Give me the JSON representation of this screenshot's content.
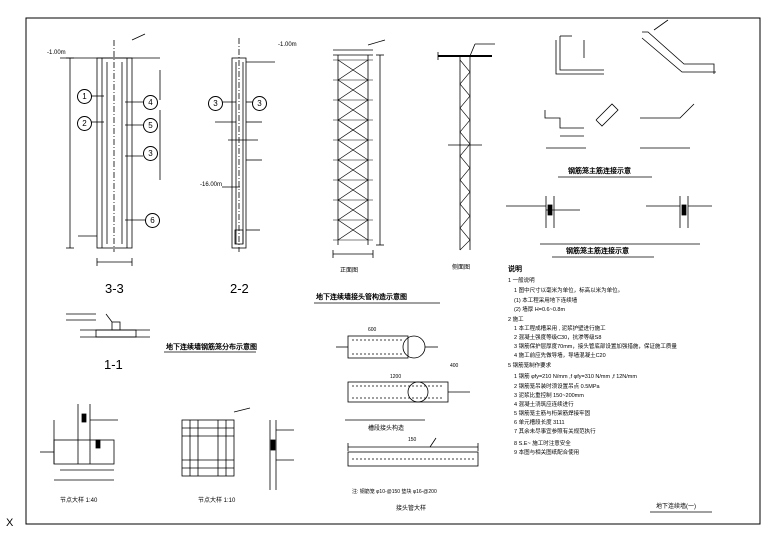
{
  "elevation_labels": {
    "top": "-1.00m",
    "top_right": "-1.00m",
    "bottom_mid": "-16.00m"
  },
  "section_titles": {
    "s1": "3-3",
    "s2": "2-2",
    "s3": "1-1",
    "cage_elev": "正面图",
    "cage_side": "侧面图",
    "detail_top_right": "钢筋笼主筋连接示意",
    "diagram_title": "地下连续墙钢筋笼分布示意图",
    "pipe_title": "地下连续墙接头管构造示意图",
    "detail_left": "节点大样  1:40",
    "detail_mid": "节点大样  1:10",
    "joint_title": "槽段接头构造",
    "pipe_detail": "接头管大样",
    "sheet_title": "地下连续墙(一)"
  },
  "circle_marks": [
    "1",
    "2",
    "3",
    "4",
    "5",
    "6",
    "3",
    "3"
  ],
  "notes": {
    "header": "说明",
    "lines": [
      "1  一般说明",
      "1  图中尺寸以毫米为单位，标高以米为单位。",
      "(1) 本工程采用地下连续墙",
      "(2) 墙厚 H=0.6~0.8m",
      "2  施工",
      "1  本工程成槽采用 , 泥浆护壁进行施工",
      "2  混凝土强度等级C30，抗渗等级S8",
      "3  钢筋保护层厚度70mm，接头管底部设置加强措施，保证施工质量",
      "4  施工前应先做导墙，导墙混凝土C20",
      "5  钢筋笼制作要求",
      "1  钢筋 φfy=210 N/mm ,f  φfy=310 N/mm ,f 12N/mm",
      "2  钢筋笼吊装时须设置吊点   0.5MPa",
      "3  泥浆比重控制  150~200mm",
      "4  混凝土浇筑应连续进行",
      "5  钢筋笼主筋与桁架筋焊接牢固",
      "6  单元槽段长度   3111",
      "7  其余未尽事宜参照有关规范执行",
      "8  S.E~  施工时注意安全",
      "9  本图与相关图纸配合使用"
    ]
  },
  "pipe_note": "注: 钢筋笼 φ10-@150 垫块 φ16-@200",
  "pipe_dims": [
    "600",
    "1200",
    "400",
    "150"
  ],
  "corner_mark": "X"
}
